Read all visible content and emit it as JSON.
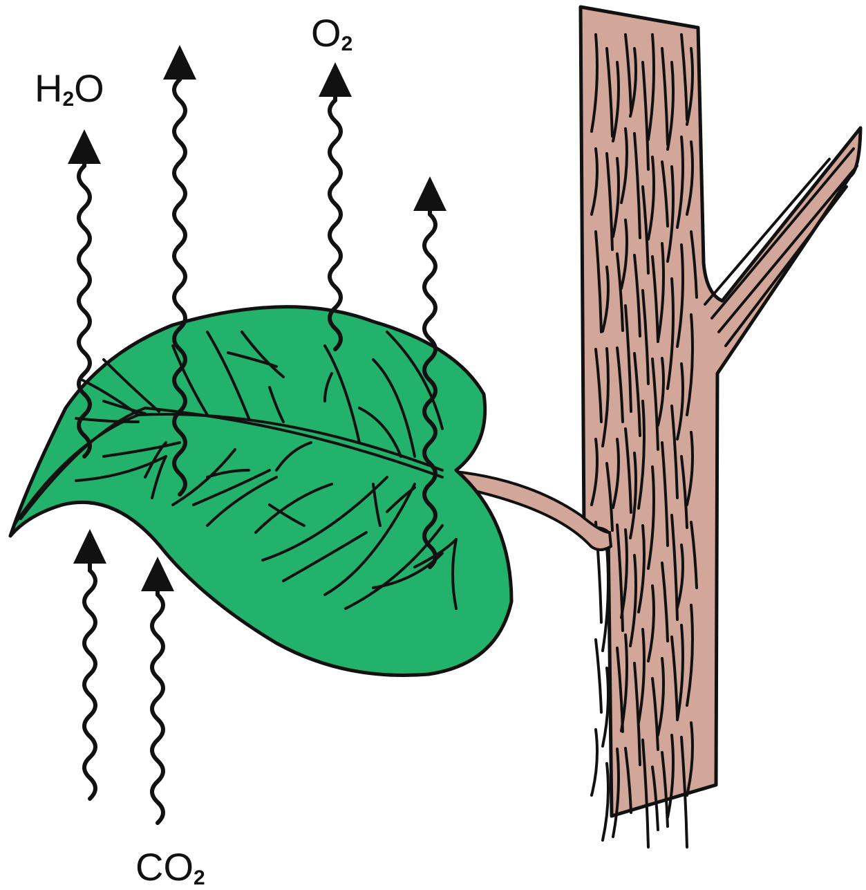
{
  "colors": {
    "leaf": "#22b26b",
    "bark": "#d2a79a",
    "ink": "#111111"
  },
  "labels": {
    "h2o": {
      "main": "H",
      "sub": "2",
      "tail": "O"
    },
    "o2": {
      "main": "O",
      "sub": "2",
      "tail": ""
    },
    "co2": {
      "main": "CO",
      "sub": "2",
      "tail": ""
    }
  },
  "arrows": {
    "outgoing_count": 4,
    "incoming_count": 2
  }
}
